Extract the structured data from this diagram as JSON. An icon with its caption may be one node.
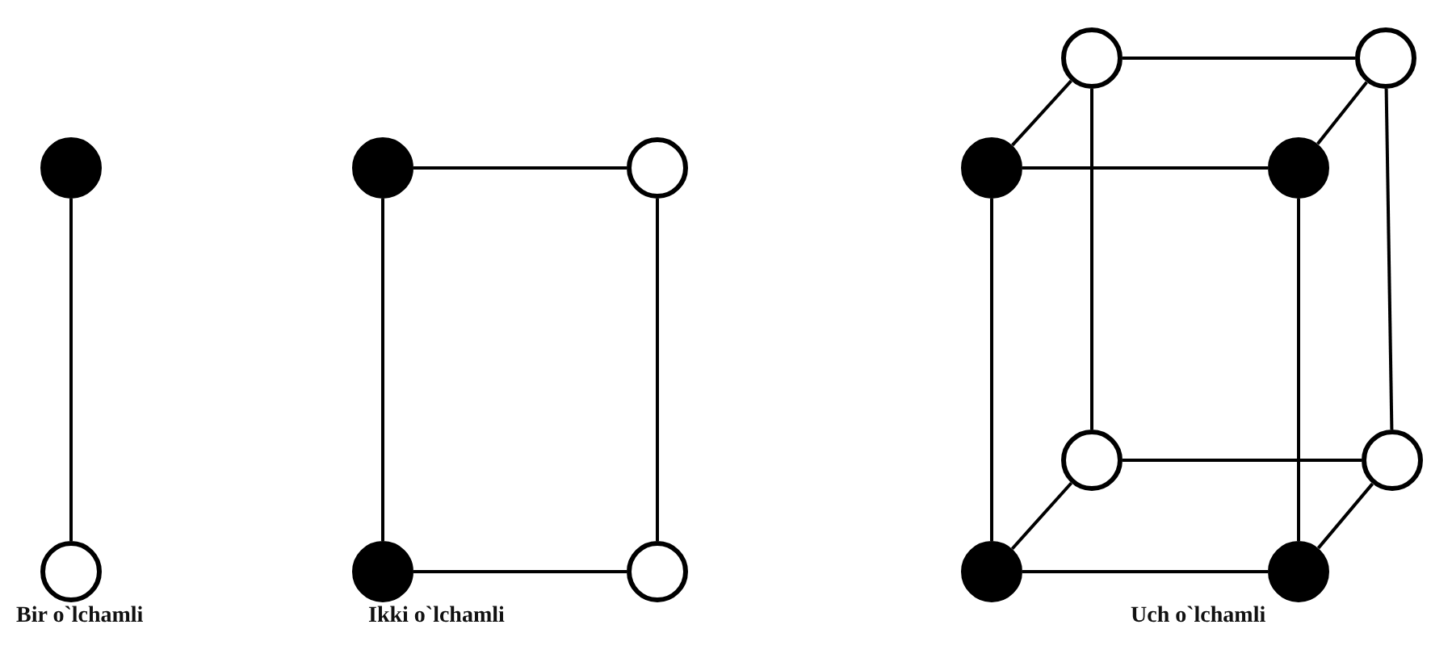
{
  "diagram": {
    "nodes": [
      {
        "text": [],
        "shape": "dot"
      },
      {
        "text": [],
        "shape": "circle"
      },
      {
        "text": [],
        "shape": "dot"
      },
      {
        "text": [],
        "shape": "circle"
      },
      {
        "text": [],
        "shape": "dot"
      },
      {
        "text": [],
        "shape": "circle"
      },
      {
        "text": [],
        "shape": "circle"
      },
      {
        "text": [],
        "shape": "circle"
      },
      {
        "text": [],
        "shape": "dot"
      },
      {
        "text": [],
        "shape": "dot"
      },
      {
        "text": [],
        "shape": "circle"
      },
      {
        "text": [],
        "shape": "circle"
      },
      {
        "text": [],
        "shape": "dot"
      },
      {
        "text": [],
        "shape": "dot"
      }
    ],
    "edges": [
      {
        "from": 0,
        "to": 1,
        "arrow": "none"
      },
      {
        "from": 2,
        "to": 3,
        "arrow": "none"
      },
      {
        "from": 2,
        "to": 4,
        "arrow": "none"
      },
      {
        "from": 3,
        "to": 5,
        "arrow": "none"
      },
      {
        "from": 4,
        "to": 5,
        "arrow": "none"
      },
      {
        "from": 6,
        "to": 7,
        "arrow": "none"
      },
      {
        "from": 6,
        "to": 10,
        "arrow": "none"
      },
      {
        "from": 7,
        "to": 11,
        "arrow": "none"
      },
      {
        "from": 10,
        "to": 11,
        "arrow": "none"
      },
      {
        "from": 8,
        "to": 6,
        "arrow": "none"
      },
      {
        "from": 9,
        "to": 7,
        "arrow": "none"
      },
      {
        "from": 12,
        "to": 10,
        "arrow": "none"
      },
      {
        "from": 13,
        "to": 11,
        "arrow": "none"
      },
      {
        "from": 8,
        "to": 9,
        "arrow": "none"
      },
      {
        "from": 8,
        "to": 12,
        "arrow": "none"
      },
      {
        "from": 9,
        "to": 13,
        "arrow": "none"
      },
      {
        "from": 12,
        "to": 13,
        "arrow": "none"
      }
    ],
    "labels": [
      "Bir o`lchamli",
      "Ikki o`lchamli",
      "Uch o`lchamli"
    ]
  }
}
